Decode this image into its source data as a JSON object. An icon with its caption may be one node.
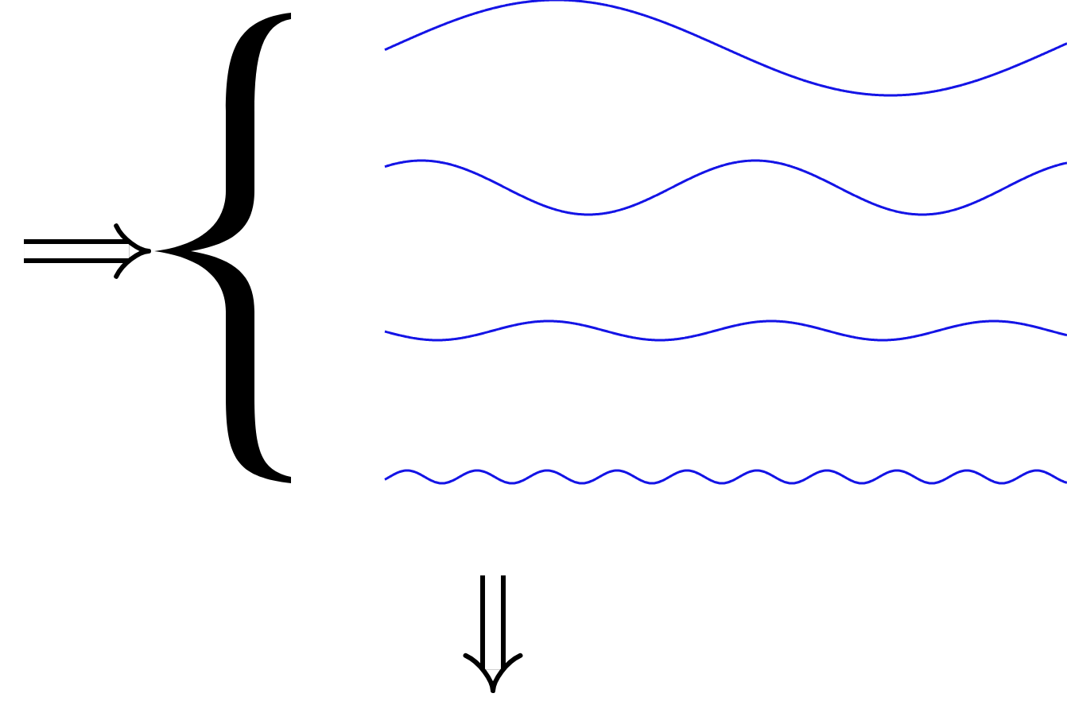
{
  "diagram": {
    "nodes": [
      {
        "text": [],
        "shape": "brace"
      },
      {
        "text": [],
        "shape": "wave"
      },
      {
        "text": [],
        "shape": "wave"
      },
      {
        "text": [],
        "shape": "wave"
      },
      {
        "text": [],
        "shape": "wave"
      }
    ]
  }
}
